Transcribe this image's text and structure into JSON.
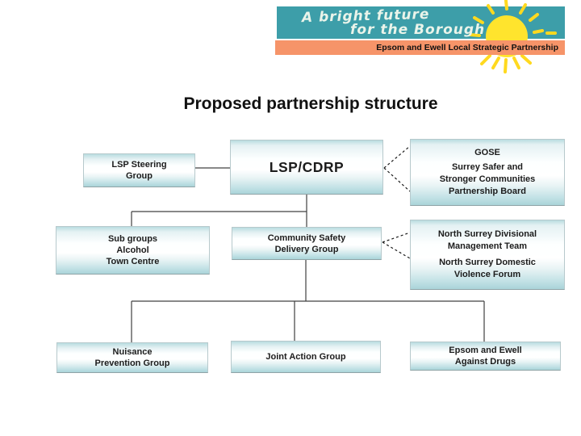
{
  "logo": {
    "tagline_line1": "A bright future",
    "tagline_line2": "for the Borough",
    "subtitle": "Epsom and Ewell Local Strategic Partnership"
  },
  "slide": {
    "title": "Proposed partnership structure"
  },
  "colors": {
    "banner_teal": "#3d9ea9",
    "banner_orange": "#f69469",
    "sun_yellow": "#ffe42d",
    "box_fill_top": "#b9dde1",
    "box_fill_bottom": "#aad4d9",
    "box_border": "#b7c9cc",
    "connector_solid": "#404040",
    "connector_dashed": "#1a1a1a",
    "text": "#1c1c1c"
  },
  "org_chart": {
    "lsp_steering": {
      "lines": [
        "LSP Steering",
        "Group"
      ]
    },
    "lsp_cdrp": {
      "label": "LSP/CDRP"
    },
    "gose": {
      "heading": "GOSE",
      "lines": [
        "Surrey Safer and",
        "Stronger Communities",
        "Partnership Board"
      ]
    },
    "sub_groups": {
      "lines": [
        "Sub groups",
        "Alcohol",
        "Town Centre"
      ]
    },
    "community_safety": {
      "lines": [
        "Community Safety",
        "Delivery Group"
      ]
    },
    "north_surrey": {
      "para1": [
        "North Surrey Divisional",
        "Management Team"
      ],
      "para2": [
        "North Surrey Domestic",
        "Violence Forum"
      ]
    },
    "nuisance": {
      "lines": [
        "Nuisance",
        "Prevention Group"
      ]
    },
    "joint_action": {
      "label": "Joint Action Group"
    },
    "epsom_drugs": {
      "lines": [
        "Epsom and Ewell",
        "Against Drugs"
      ]
    }
  }
}
